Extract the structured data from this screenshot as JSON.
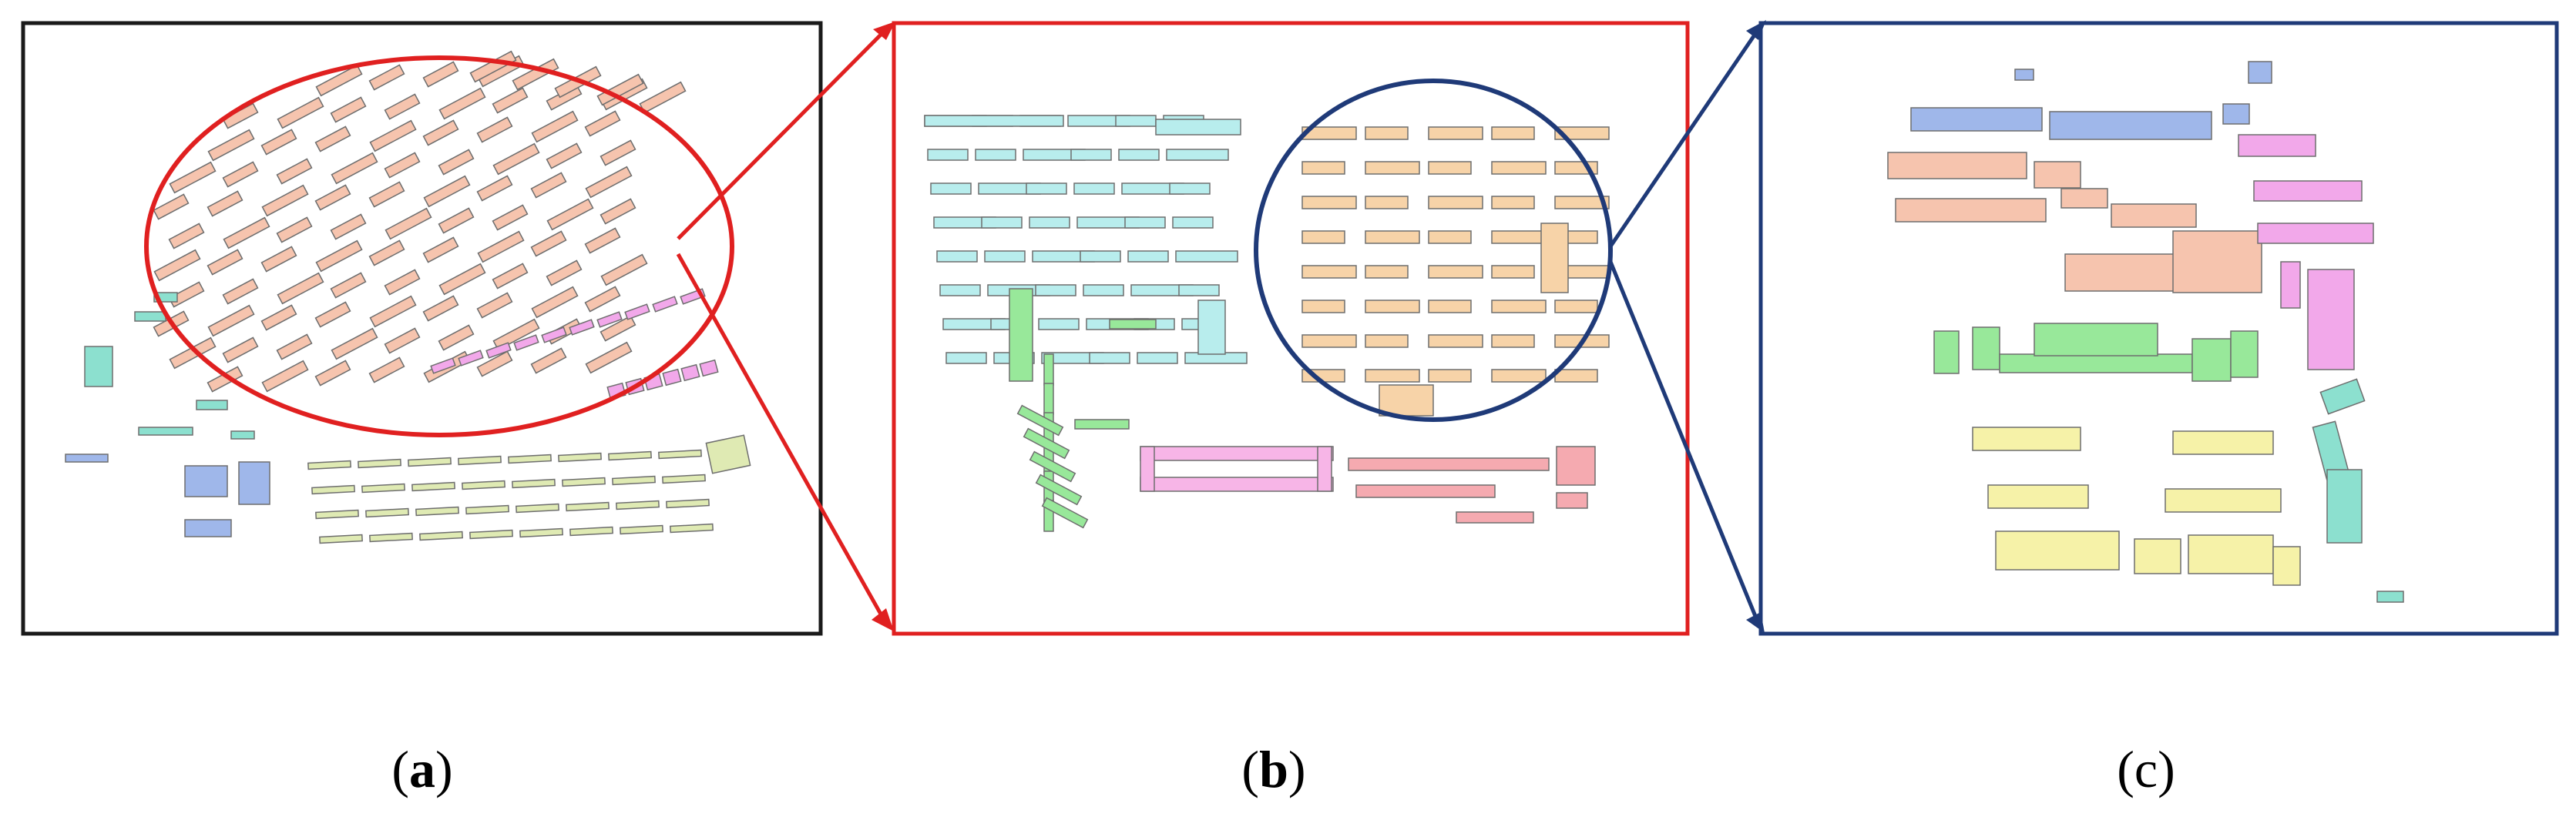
{
  "figure": {
    "panels": [
      {
        "id": "a",
        "label": "(a)",
        "letter": "a",
        "frame_color": "#1a1a1a"
      },
      {
        "id": "b",
        "label": "(b)",
        "letter": "b",
        "frame_color": "#e02020"
      },
      {
        "id": "c",
        "label": "(c)",
        "letter": "c",
        "frame_color": "#1f3a78"
      }
    ],
    "colors": {
      "salmon": "#f6c4ae",
      "peach": "#f7d3a8",
      "cyan": "#b8eded",
      "teal": "#8ce0cf",
      "green": "#98e89a",
      "pink": "#f7b5e7",
      "magenta": "#f2a8ea",
      "red": "#f5aab0",
      "yellow": "#f6f2a8",
      "olive": "#dfeab3",
      "blue": "#9fb7ea",
      "outline": "#6e6e6e"
    }
  }
}
